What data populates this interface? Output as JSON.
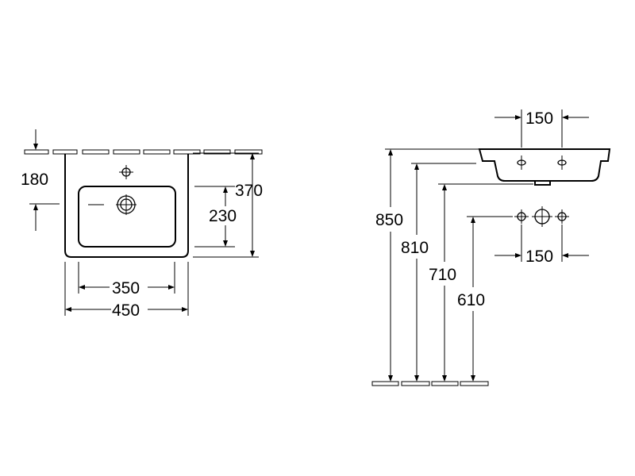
{
  "plan_view": {
    "dim_width_outer": "450",
    "dim_width_inner": "350",
    "dim_depth_outer": "370",
    "dim_depth_inner": "230",
    "dim_tap_offset": "180"
  },
  "elevation_view": {
    "dim_tap_spacing_top": "150",
    "dim_tap_spacing_bottom": "150",
    "dim_height_rim": "850",
    "dim_height_basin": "810",
    "dim_height_waste": "710",
    "dim_height_supply": "610"
  }
}
